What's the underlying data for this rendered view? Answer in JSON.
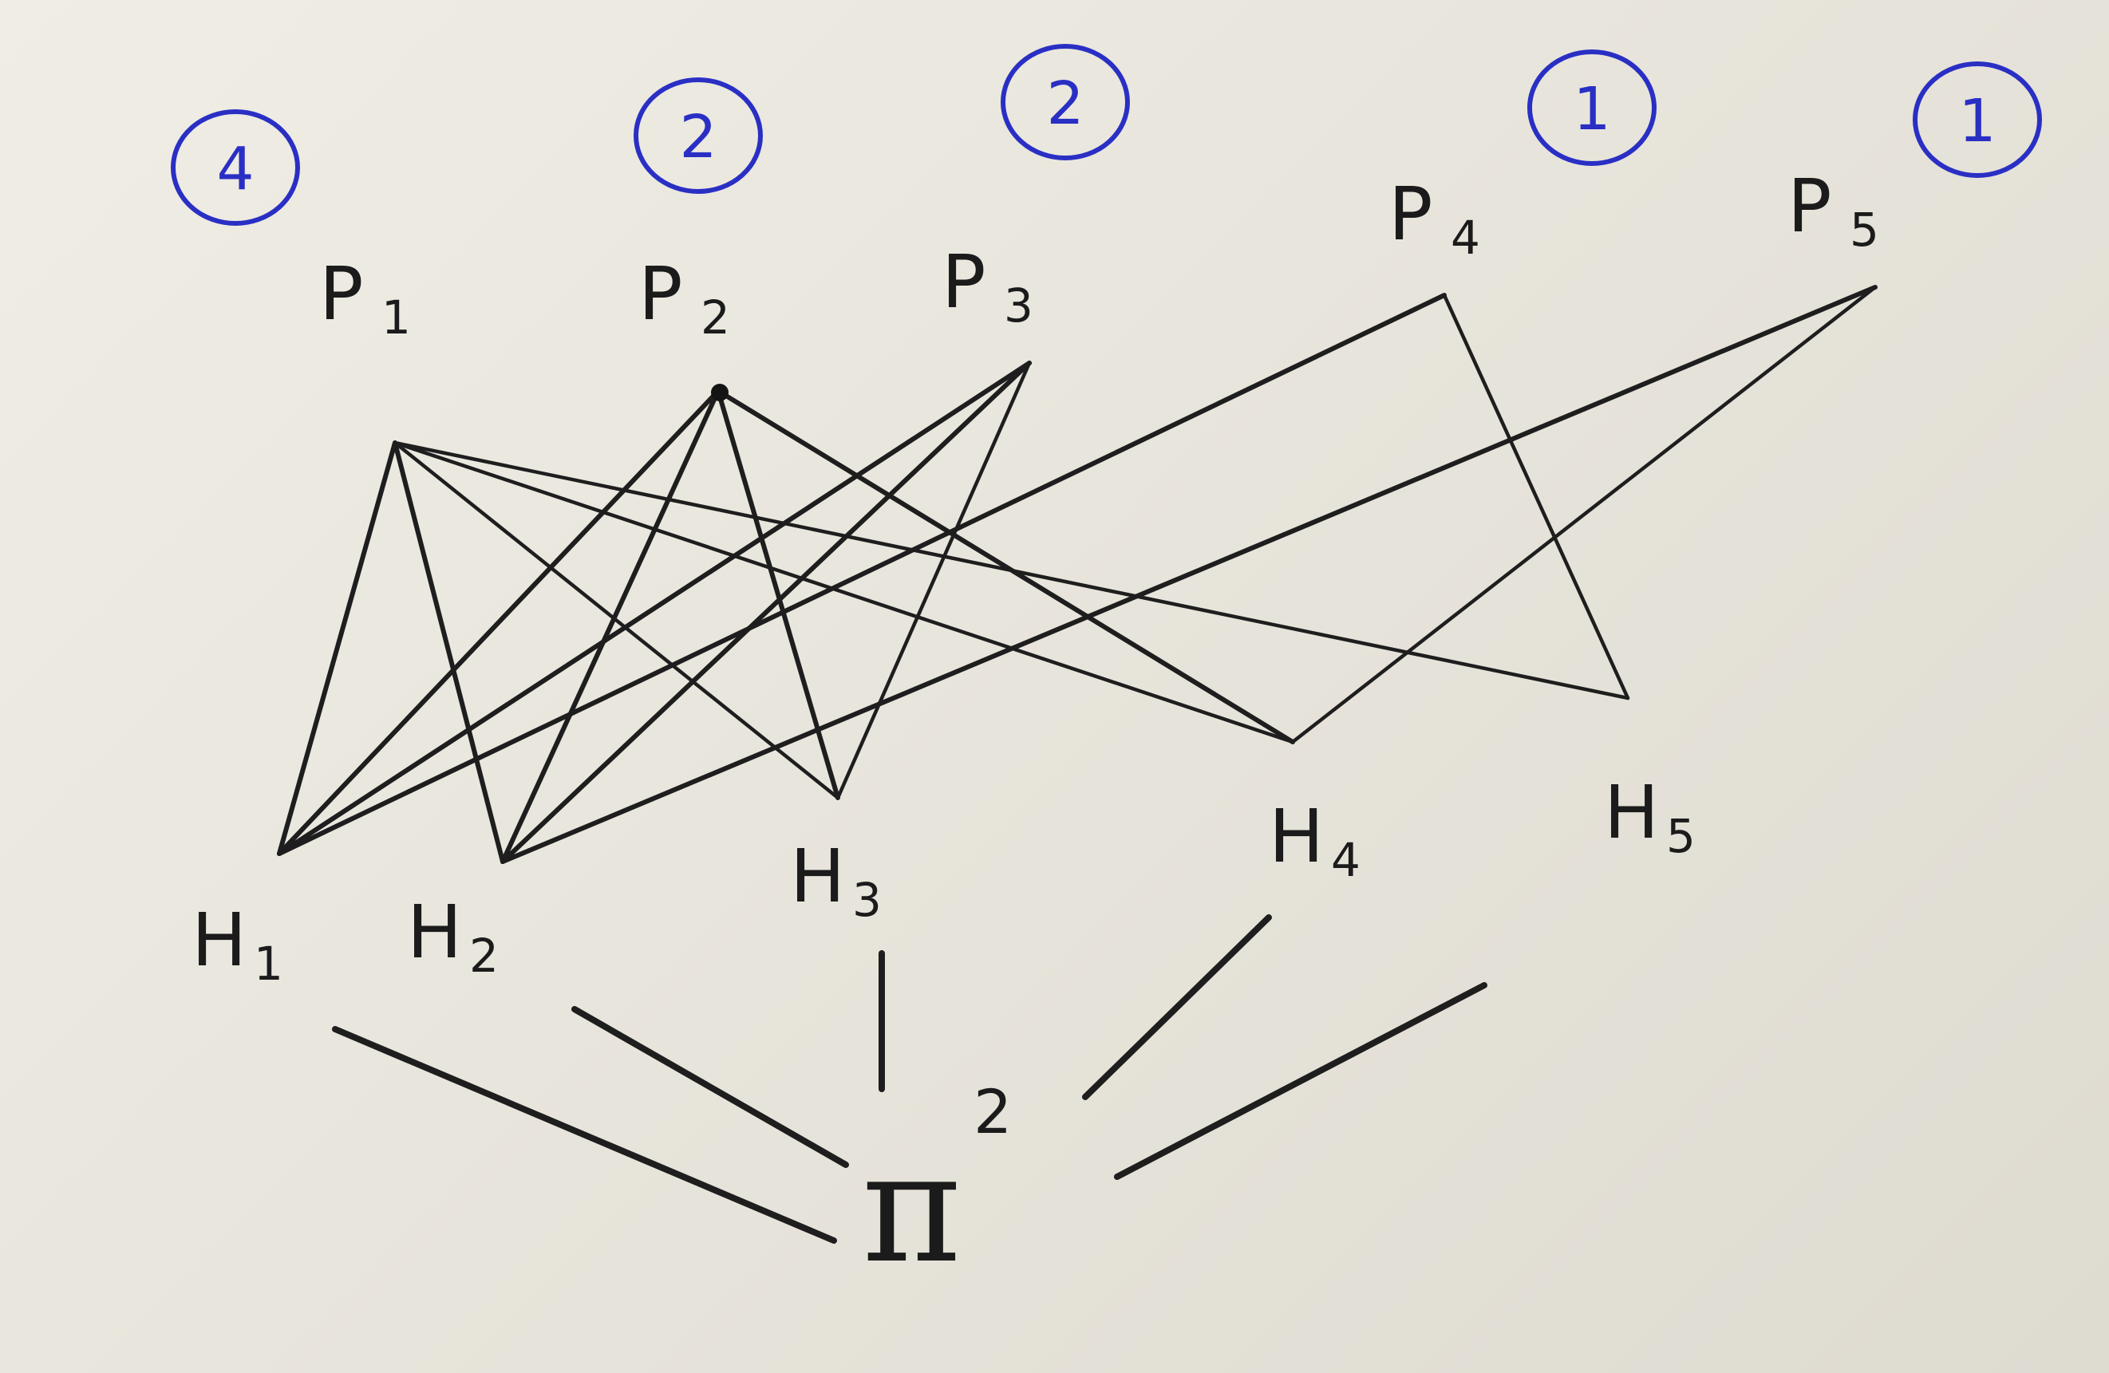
{
  "diagram": {
    "top_nodes": [
      {
        "id": "P1",
        "letter": "P",
        "sub": "1",
        "weight": "4"
      },
      {
        "id": "P2",
        "letter": "P",
        "sub": "2",
        "weight": "2"
      },
      {
        "id": "P3",
        "letter": "P",
        "sub": "3",
        "weight": "2"
      },
      {
        "id": "P4",
        "letter": "P",
        "sub": "4",
        "weight": "1"
      },
      {
        "id": "P5",
        "letter": "P",
        "sub": "5",
        "weight": "1"
      }
    ],
    "middle_nodes": [
      {
        "id": "H1",
        "letter": "H",
        "sub": "1"
      },
      {
        "id": "H2",
        "letter": "H",
        "sub": "2"
      },
      {
        "id": "H3",
        "letter": "H",
        "sub": "3"
      },
      {
        "id": "H4",
        "letter": "H",
        "sub": "4"
      },
      {
        "id": "H5",
        "letter": "H",
        "sub": "5"
      }
    ],
    "root": {
      "symbol": "π",
      "exponent": "2"
    },
    "edges": [
      [
        "P1",
        "H1"
      ],
      [
        "P1",
        "H2"
      ],
      [
        "P1",
        "H3"
      ],
      [
        "P1",
        "H4"
      ],
      [
        "P1",
        "H5"
      ],
      [
        "P2",
        "H1"
      ],
      [
        "P2",
        "H2"
      ],
      [
        "P2",
        "H3"
      ],
      [
        "P2",
        "H4"
      ],
      [
        "P3",
        "H1"
      ],
      [
        "P3",
        "H2"
      ],
      [
        "P3",
        "H3"
      ],
      [
        "P4",
        "H1"
      ],
      [
        "P4",
        "H5"
      ],
      [
        "P5",
        "H2"
      ],
      [
        "P5",
        "H4"
      ]
    ],
    "root_edges": [
      "H1",
      "H2",
      "H3",
      "H4",
      "H5"
    ]
  }
}
